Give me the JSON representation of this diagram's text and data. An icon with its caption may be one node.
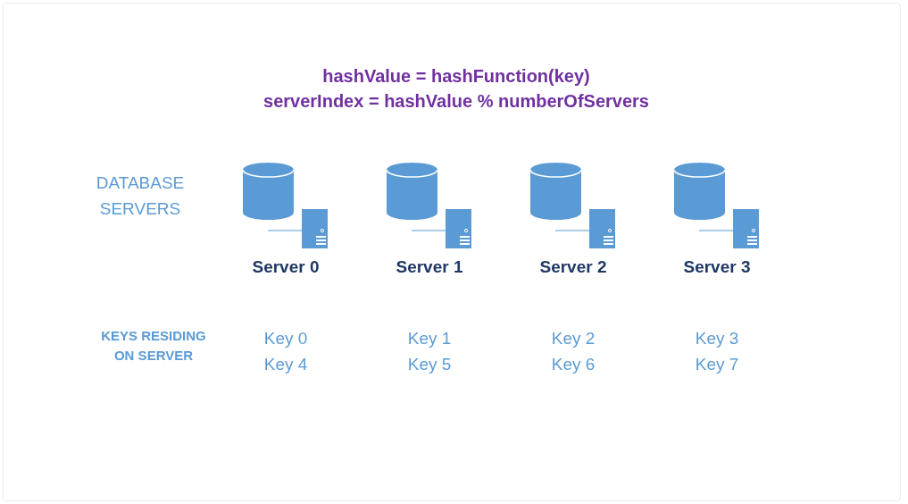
{
  "diagram": {
    "labels": [
      "hashValue = hashFunction(key)",
      "serverIndex = hashValue % numberOfServers",
      "DATABASE SERVERS",
      "Server 0",
      "Server 1",
      "Server 2",
      "Server 3",
      "KEYS RESIDING ON SERVER",
      "Key 0",
      "Key 1",
      "Key 2",
      "Key 3",
      "Key 4",
      "Key 5",
      "Key 6",
      "Key 7"
    ]
  }
}
